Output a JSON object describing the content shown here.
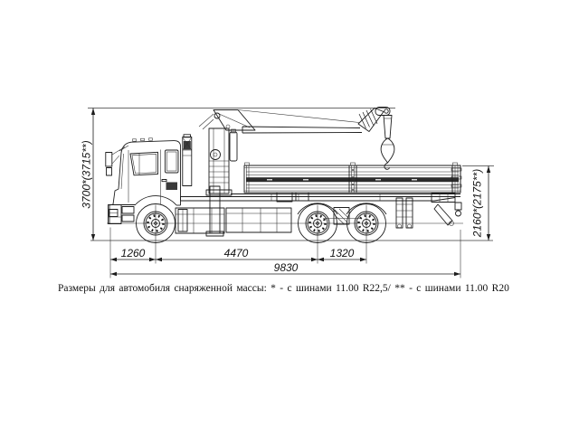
{
  "drawing": {
    "subject": "flatbed truck with loader crane, side view technical drawing",
    "caption": "Размеры для автомобиля снаряженной массы: * - с шинами 11.00 R22,5/ ** - с шинами 11.00 R20",
    "dims": {
      "height_overall": "3700*(3715**)",
      "height_platform": "2160*(2175**)",
      "front_overhang": "1260",
      "wheelbase": "4470",
      "bogie_spacing": "1320",
      "length_overall": "9830"
    },
    "colors": {
      "line": "#1c1c1c",
      "background": "#ffffff"
    }
  }
}
